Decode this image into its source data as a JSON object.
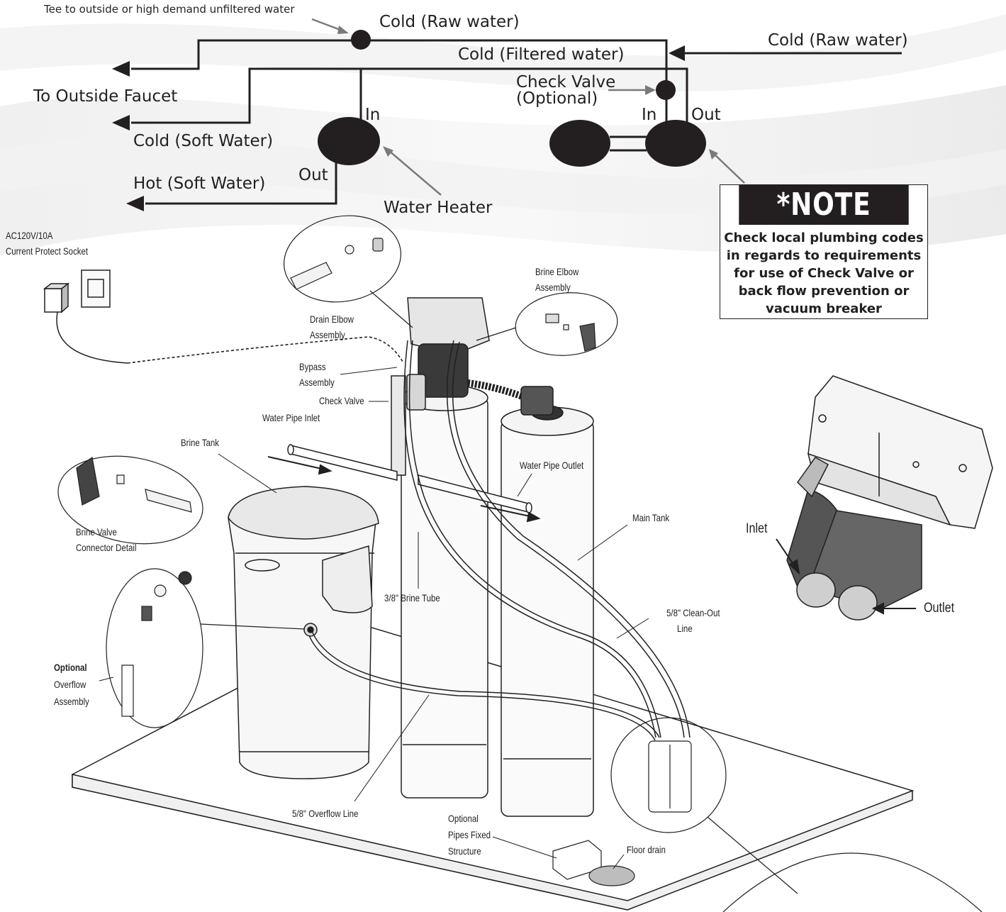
{
  "plumbing": {
    "tee_label": "Tee to outside or high demand unfiltered water",
    "cold_raw_top": "Cold (Raw water)",
    "cold_raw_right": "Cold (Raw water)",
    "cold_filtered": "Cold (Filtered water)",
    "check_valve_line1": "Check Valve",
    "check_valve_line2": "(Optional)",
    "to_outside_faucet": "To Outside Faucet",
    "cold_soft": "Cold (Soft Water)",
    "hot_soft": "Hot (Soft Water)",
    "heater_in": "In",
    "heater_out": "Out",
    "softener_in": "In",
    "softener_out": "Out",
    "water_heater": "Water Heater"
  },
  "note": {
    "heading": "*NOTE",
    "body_lines": [
      "Check local plumbing codes",
      "in regards to requirements",
      "for use of Check Valve or",
      "back flow prevention or",
      "vacuum breaker"
    ]
  },
  "parts": {
    "socket_line1": "AC120V/10A",
    "socket_line2": "Current Protect Socket",
    "drain_elbow_line1": "Drain Elbow",
    "drain_elbow_line2": "Assembly",
    "brine_elbow_line1": "Brine Elbow",
    "brine_elbow_line2": "Assembly",
    "bypass_line1": "Bypass",
    "bypass_line2": "Assembly",
    "check_valve": "Check Valve",
    "water_pipe_inlet": "Water Pipe Inlet",
    "brine_tank": "Brine Tank",
    "water_pipe_outlet": "Water Pipe Outlet",
    "brine_valve_line1": "Brine Valve",
    "brine_valve_line2": "Connector Detail",
    "main_tank": "Main Tank",
    "brine_tube": "3/8\" Brine Tube",
    "clean_out_line1": "5/8\" Clean-Out",
    "clean_out_line2": "Line",
    "optional_bold": "Optional",
    "overflow_line1": "Overflow",
    "overflow_line2": "Assembly",
    "overflow_line": "5/8\" Overflow Line",
    "pipes_fixed_line1": "Optional",
    "pipes_fixed_line2": "Pipes Fixed",
    "pipes_fixed_line3": "Structure",
    "floor_drain": "Floor drain",
    "inlet": "Inlet",
    "outlet": "Outlet"
  }
}
